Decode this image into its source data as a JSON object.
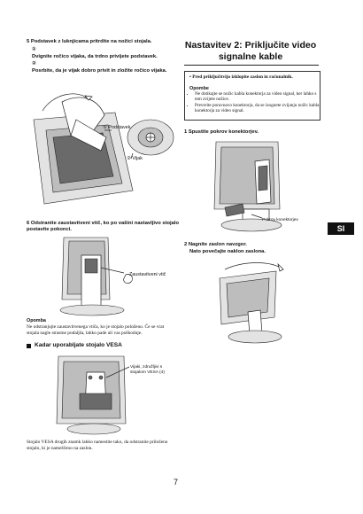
{
  "left": {
    "step5_title": "5 Podstavek z luknjicama pritrdite na nožici stojala.",
    "step5_sub1_num": "①",
    "step5_sub1": "Dvignite ročico vijaka, da trdno privijete podstavek.",
    "step5_sub2_num": "②",
    "step5_sub2": "Posrbite, da je vijak dobro privit in zložite ročico vijaka.",
    "label_podstavek": "① Podstavek",
    "label_vijak": "② Vijak",
    "step6_title": "6 Odstranite zaustavitveni vtič, ko po vašini nastavljivo stojalo postavite pokonci.",
    "label_zaustavitveni": "Zaustavitveni vtič",
    "opomba_title": "Opomba",
    "opomba_text": "Ne odstranjujte zaustavitvenega vtiča, ko je stojalo položeno. Če se vrat stojala nagle strastne podaljša, lahko pade ali vas poškoduje.",
    "vesa_heading": "Kadar uporabljate stojalo VESA",
    "label_vesa": "Vijaki, združljivi s stojalom VESA (4)",
    "vesa_text": "Stojalo VESA drugih znamk lahko namestite tako, da odstranite priloženo stojalo, ki je nameščeno na zaslon."
  },
  "right": {
    "heading": "Nastavitev 2: Priključite video signalne kable",
    "warning": "Pred priključitvijo izklopite zaslon in računalnik.",
    "opombe_title": "Opombe",
    "bullets": [
      "Ne dotikajte se nožic kabla konektorja za video signal, ker lahko s tem zvijete nožice.",
      "Preverite poravnavo konektorja, da se izognete zvijanju nožic kabla konektorja za video signal."
    ],
    "step1": "1 Spustite pokrov konektorjev.",
    "label_pokrov": "Pokrov konektorjev",
    "step2_title": "2 Nagnite zaslon navzgor.",
    "step2_sub": "Nato povečajte naklon zaslona."
  },
  "side_tab": "SI",
  "page_number": "7"
}
